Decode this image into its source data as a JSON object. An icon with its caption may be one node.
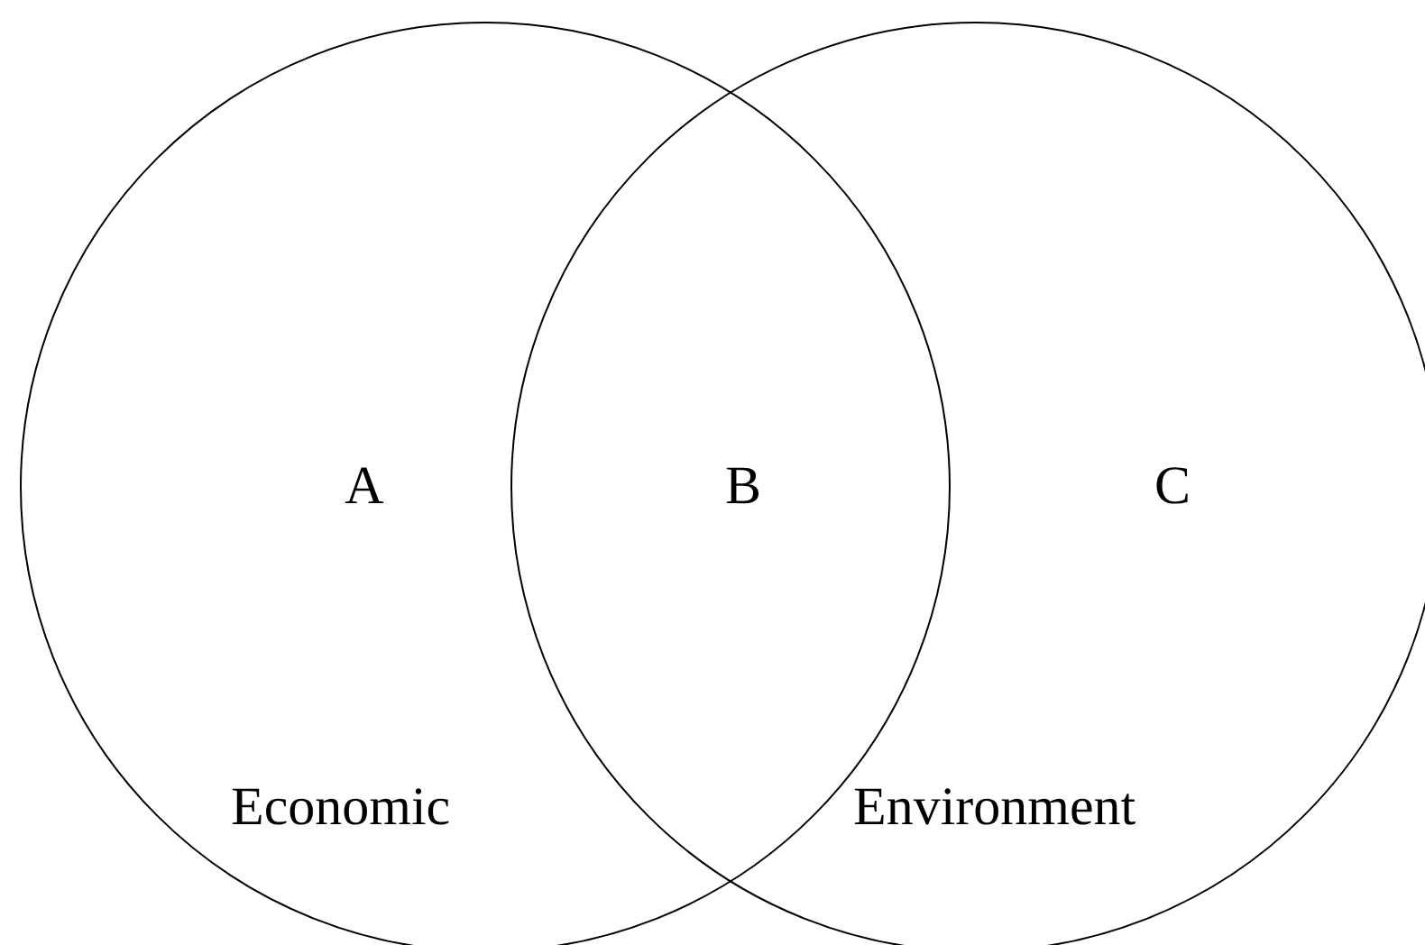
{
  "diagram": {
    "nodes": [
      {
        "text": [
          "Economic"
        ]
      },
      {
        "text": [
          "Environment"
        ]
      }
    ],
    "labels": [
      "A",
      "B",
      "C"
    ]
  }
}
